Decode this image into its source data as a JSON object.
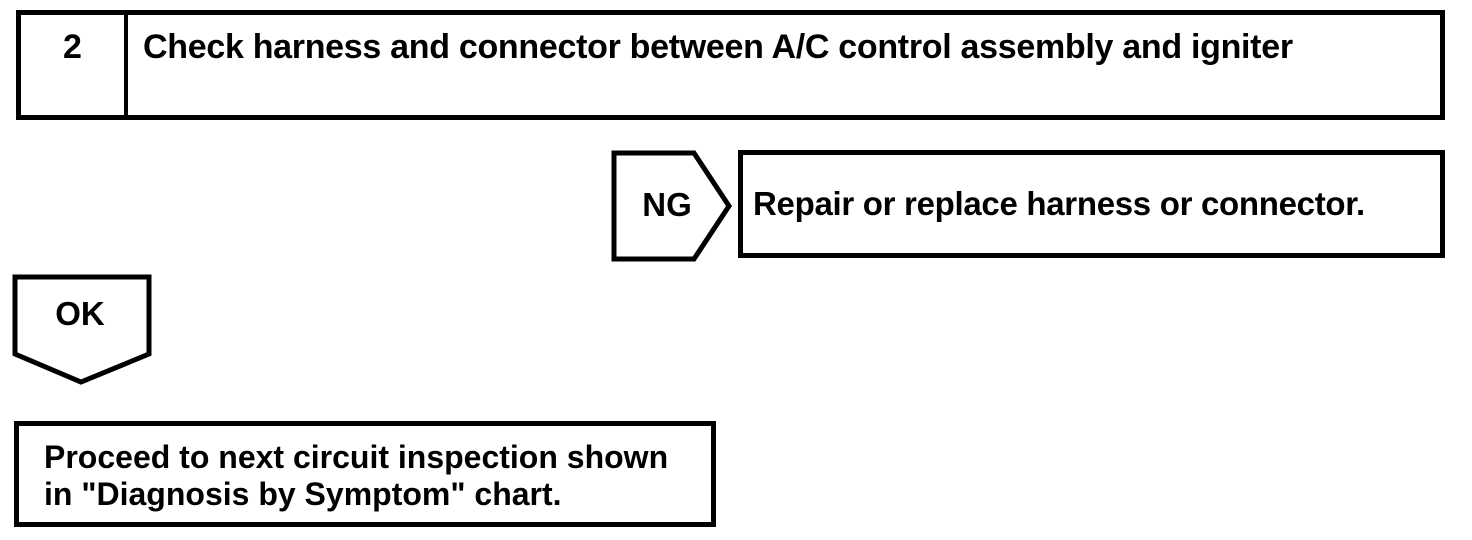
{
  "colors": {
    "ink": "#000000",
    "paper": "#ffffff"
  },
  "flowchart": {
    "step": {
      "number": "2",
      "instruction": "Check harness and connector between A/C control assembly and igniter"
    },
    "ng_branch": {
      "label": "NG",
      "action": "Repair or replace harness or connector."
    },
    "ok_branch": {
      "label": "OK"
    },
    "conclusion": {
      "lines": [
        "Proceed to next circuit inspection shown",
        "in \"Diagnosis by Symptom\" chart."
      ]
    }
  }
}
